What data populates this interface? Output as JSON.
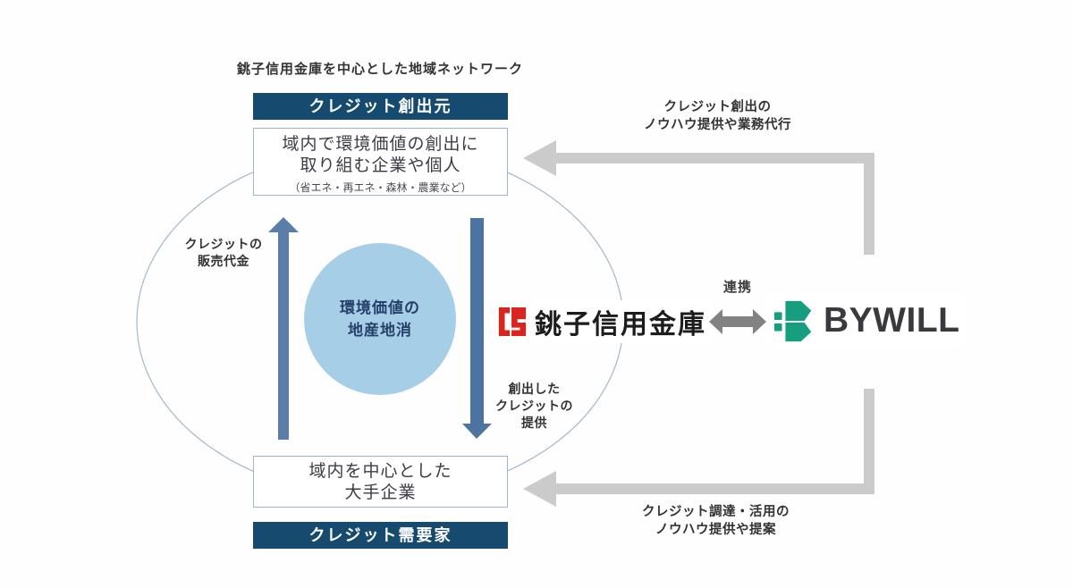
{
  "title": "銚子信用金庫を中心とした地域ネットワーク",
  "colors": {
    "navy_header": "#164a6f",
    "box_border": "#9db6c9",
    "circle_fill": "#a6cee6",
    "circle_text": "#25406b",
    "up_arrow": "#5a7ea7",
    "down_arrow": "#4d74a1",
    "gray_arrow": "#cbcbcb",
    "partner_arrow": "#828282",
    "shinkin_red": "#d9251d",
    "bywill_green": "#169e7e"
  },
  "network": {
    "creator_header": "クレジット創出元",
    "creator_box": {
      "line1": "域内で環境価値の創出に",
      "line2": "取り組む企業や個人",
      "note": "（省エネ・再エネ・森林・農業など）"
    },
    "center_circle": {
      "line1": "環境価値の",
      "line2": "地産地消"
    },
    "left_flow": {
      "line1": "クレジットの",
      "line2": "販売代金"
    },
    "right_flow": {
      "line1": "創出した",
      "line2": "クレジットの",
      "line3": "提供"
    },
    "consumer_box": {
      "line1": "域内を中心とした",
      "line2": "大手企業"
    },
    "consumer_header": "クレジット需要家"
  },
  "partnership": {
    "label": "連携",
    "shinkin_logo_text": "銚子信用金庫",
    "bywill_logo_text": "BYWILL"
  },
  "annotations": {
    "top": {
      "line1": "クレジット創出の",
      "line2": "ノウハウ提供や業務代行"
    },
    "bottom": {
      "line1": "クレジット調達・活用の",
      "line2": "ノウハウ提供や提案"
    }
  }
}
